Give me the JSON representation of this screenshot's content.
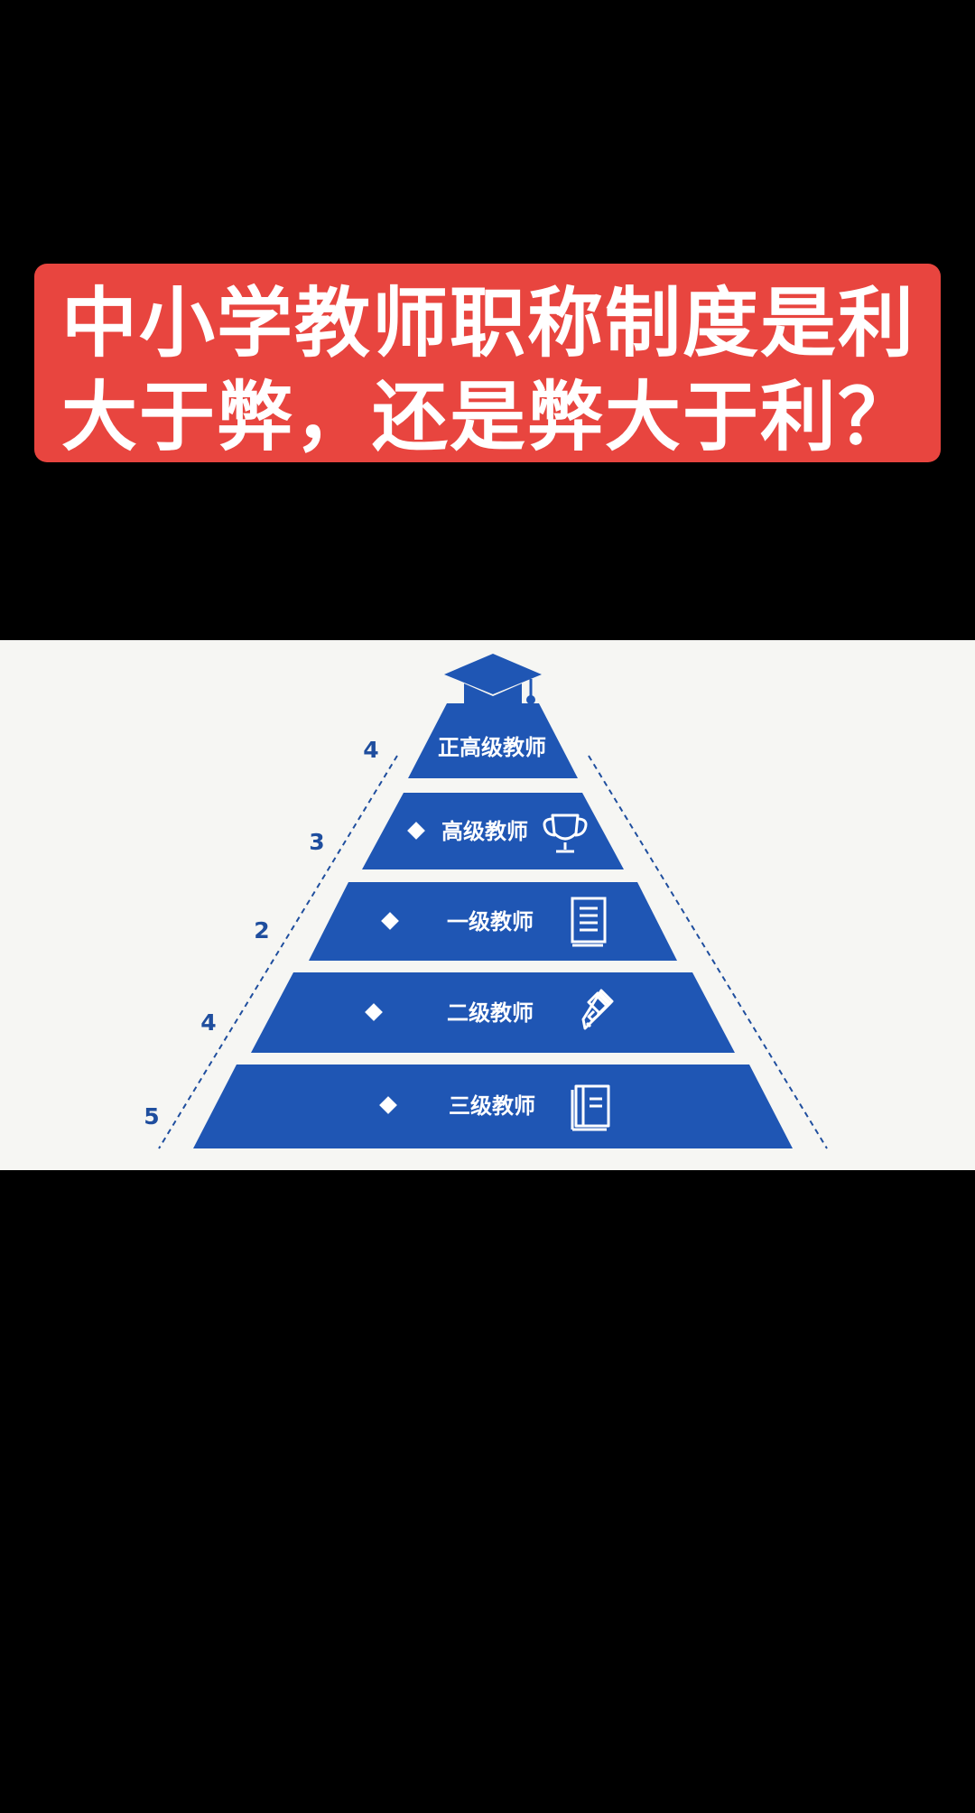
{
  "title": {
    "line1": "中小学教师职称制度是利",
    "line2": "大于弊，还是弊大于利？"
  },
  "colors": {
    "page_background": "#000000",
    "banner": "#E8453F",
    "title_text": "#FFFFFF",
    "panel_background": "#F6F6F3",
    "pyramid_fill": "#1F56B4",
    "number_text": "#1F4E9E"
  },
  "pyramid": {
    "top_icon": "graduation-cap-icon",
    "levels": [
      {
        "label": "正高级教师",
        "count": "4",
        "bullet": false,
        "icon": ""
      },
      {
        "label": "高级教师",
        "count": "3",
        "bullet": true,
        "icon": "trophy-icon"
      },
      {
        "label": "一级教师",
        "count": "2",
        "bullet": true,
        "icon": "document-icon"
      },
      {
        "label": "二级教师",
        "count": "4",
        "bullet": true,
        "icon": "pencil-icon"
      },
      {
        "label": "三级教师",
        "count": "5",
        "bullet": true,
        "icon": "book-icon"
      }
    ]
  }
}
